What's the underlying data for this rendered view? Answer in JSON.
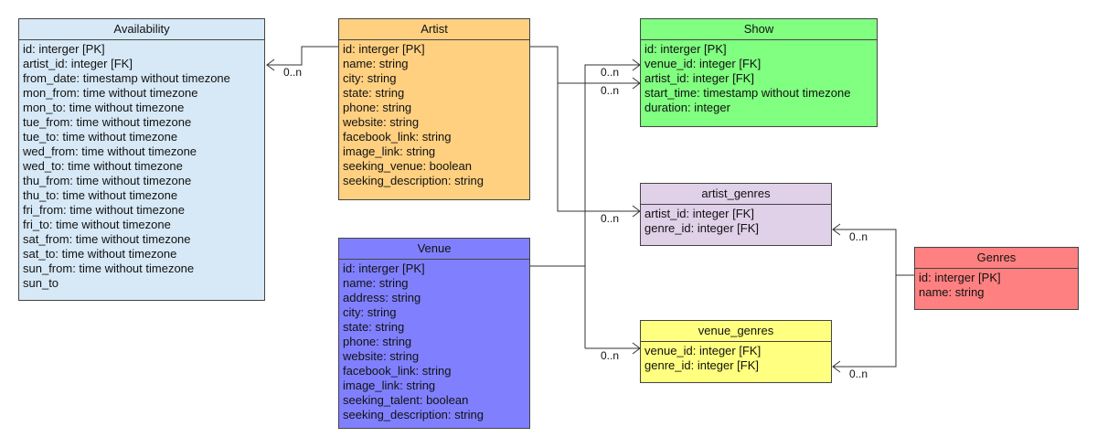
{
  "colors": {
    "availability": "#d7e9f7",
    "artist": "#ffd080",
    "venue": "#8080ff",
    "show": "#80ff80",
    "artist_genres": "#e0d0e8",
    "venue_genres": "#ffff80",
    "genres": "#ff8080",
    "line": "#333333"
  },
  "entities": {
    "availability": {
      "title": "Availability",
      "attrs": [
        "id: interger [PK]",
        "artist_id: integer [FK]",
        "from_date: timestamp without timezone",
        "mon_from: time without timezone",
        "mon_to: time without timezone",
        "tue_from: time without timezone",
        "tue_to: time without timezone",
        "wed_from: time without timezone",
        "wed_to: time without timezone",
        "thu_from: time without timezone",
        "thu_to: time without timezone",
        "fri_from: time without timezone",
        "fri_to: time without timezone",
        "sat_from: time without timezone",
        "sat_to: time without timezone",
        "sun_from: time without timezone",
        "sun_to"
      ]
    },
    "artist": {
      "title": "Artist",
      "attrs": [
        "id: interger [PK]",
        "name: string",
        "city: string",
        "state: string",
        "phone: string",
        "website: string",
        "facebook_link: string",
        "image_link: string",
        "seeking_venue: boolean",
        "seeking_description: string"
      ]
    },
    "venue": {
      "title": "Venue",
      "attrs": [
        "id: interger [PK]",
        "name: string",
        "address: string",
        "city: string",
        "state: string",
        "phone: string",
        "website: string",
        "facebook_link: string",
        "image_link: string",
        "seeking_talent: boolean",
        "seeking_description: string"
      ]
    },
    "show": {
      "title": "Show",
      "attrs": [
        "id: interger [PK]",
        "venue_id: integer [FK]",
        "artist_id: integer [FK]",
        "start_time: timestamp without timezone",
        "duration: integer"
      ]
    },
    "artist_genres": {
      "title": "artist_genres",
      "attrs": [
        "artist_id: integer [FK]",
        "genre_id: integer [FK]"
      ]
    },
    "venue_genres": {
      "title": "venue_genres",
      "attrs": [
        "venue_id: integer [FK]",
        "genre_id: integer [FK]"
      ]
    },
    "genres": {
      "title": "Genres",
      "attrs": [
        "id: interger [PK]",
        "name: string"
      ]
    }
  },
  "multiplicities": {
    "artist_availability": "0..n",
    "venue_show": "0..n",
    "artist_show": "0..n",
    "artist_artist_genres": "0..n",
    "genres_artist_genres": "0..n",
    "venue_venue_genres": "0..n",
    "genres_venue_genres": "0..n"
  }
}
